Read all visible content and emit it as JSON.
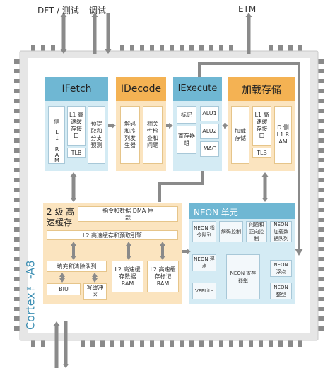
{
  "signals": {
    "dft": "DFT / 测试",
    "debug": "调试",
    "etm": "ETM"
  },
  "cortex_label": "Cortex™-A8",
  "blocks": {
    "ifetch": {
      "title": "IFetch",
      "items": [
        "I 侧 L1 RAM",
        "L1 高速缓存接口",
        "预提取和分支预测"
      ],
      "tlb": "TLB"
    },
    "idecode": {
      "title": "IDecode",
      "items": [
        "解码和序列发生器",
        "相关性检查和问题"
      ]
    },
    "iexecute": {
      "title": "IExecute",
      "items": [
        "标记",
        "寄存器组",
        "ALU1",
        "ALU2",
        "MAC"
      ]
    },
    "loadstore": {
      "title": "加载存储",
      "items": [
        "加载存储",
        "L1 高速缓存接口",
        "D 侧 L1 RAM"
      ],
      "tlb": "TLB"
    },
    "l2": {
      "title": "2 级 高速缓存",
      "dma": "指令和数据 DMA 仲裁",
      "prefetch": "L2 高速缓存和预取引擎",
      "fill_queue": "填充和清除队列",
      "biu": "BIU",
      "write_buffer": "写缓冲区",
      "data_ram": "L2 高速缓存数据 RAM",
      "tag_ram": "L2 高速缓存标记 RAM"
    },
    "neon": {
      "title": "NEON 单元",
      "items": [
        "NEON 指令队列",
        "解码控制",
        "问题和正向控制",
        "NEON 加载数据队列",
        "NEON 浮点",
        "NEON 寄存器组",
        "NEON 整型",
        "VFPLite"
      ]
    }
  },
  "colors": {
    "frame": "#e6e6e6",
    "blue": "#d4ebf4",
    "blue_header": "#6fb7d3",
    "orange": "#fbe4bf",
    "orange_header": "#f4b253",
    "arrow": "#8a8a8a"
  }
}
